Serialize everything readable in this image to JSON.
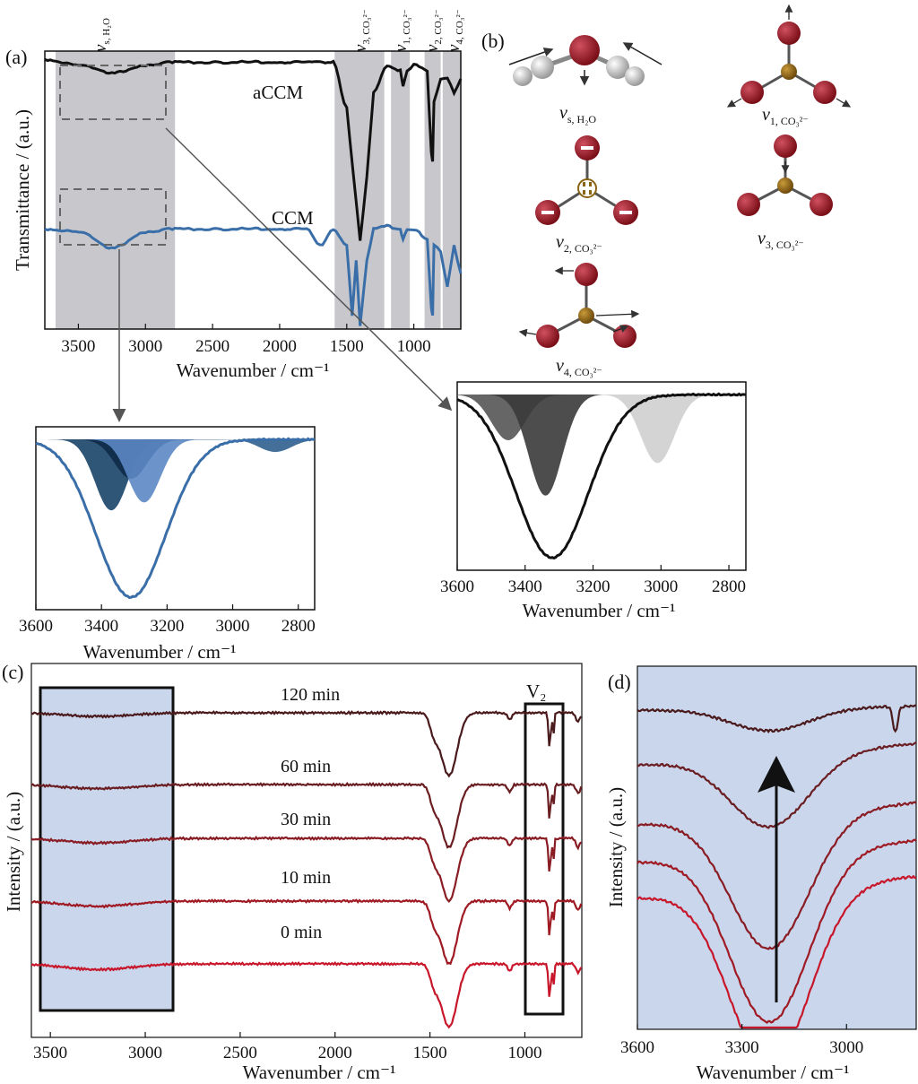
{
  "panels": {
    "a": "(a)",
    "b": "(b)",
    "c": "(c)",
    "d": "(d)"
  },
  "shade_labels": {
    "vs": "ν",
    "vs_sub": "s, H₂O",
    "v3": "ν",
    "v3_sub": "3, CO₃²⁻",
    "v1": "ν",
    "v1_sub": "1, CO₃²⁻",
    "v2": "ν",
    "v2_sub": "2, CO₃²⁻",
    "v4": "ν",
    "v4_sub": "4, CO₃²⁻"
  },
  "vibration_labels": {
    "h2o": "ν",
    "h2o_sub": "s, H₂O",
    "v1": "ν",
    "v1_sub": "1, CO₃²⁻",
    "v2": "ν",
    "v2_sub": "2, CO₃²⁻",
    "v3": "ν",
    "v3_sub": "3, CO₃²⁻",
    "v4": "ν",
    "v4_sub": "4, CO₃²⁻"
  },
  "colors": {
    "accm": "#111111",
    "ccm": "#3a6ea8",
    "shade": "#c8c8cc",
    "panel_bg": "#c9d6ec",
    "oxygen": "#8e1520",
    "carbon": "#8a6414",
    "hydrogen": "#cfcfcf"
  },
  "chart_data": [
    {
      "id": "a",
      "type": "line",
      "xlabel": "Wavenumber / cm⁻¹",
      "ylabel": "Transmittance / (a.u.)",
      "xlim": [
        3750,
        650
      ],
      "xticks": [
        3500,
        3000,
        2500,
        2000,
        1500,
        1000
      ],
      "shaded_bands": [
        [
          3670,
          2780
        ],
        [
          1590,
          1220
        ],
        [
          1170,
          1030
        ],
        [
          920,
          800
        ],
        [
          785,
          650
        ]
      ],
      "series": [
        {
          "name": "aCCM",
          "x": [
            3750,
            3500,
            3250,
            3000,
            2800,
            2500,
            2000,
            1800,
            1600,
            1500,
            1450,
            1400,
            1350,
            1300,
            1200,
            1100,
            1080,
            1050,
            1000,
            900,
            870,
            860,
            850,
            800,
            750,
            700,
            650
          ],
          "y": [
            0.97,
            0.95,
            0.92,
            0.95,
            0.96,
            0.96,
            0.96,
            0.96,
            0.96,
            0.8,
            0.55,
            0.32,
            0.55,
            0.85,
            0.95,
            0.93,
            0.87,
            0.93,
            0.95,
            0.93,
            0.64,
            0.6,
            0.82,
            0.9,
            0.9,
            0.85,
            0.9
          ]
        },
        {
          "name": "CCM",
          "x": [
            3750,
            3500,
            3250,
            3000,
            2800,
            2500,
            2000,
            1800,
            1700,
            1600,
            1500,
            1460,
            1430,
            1400,
            1350,
            1300,
            1200,
            1100,
            1080,
            1050,
            1000,
            900,
            870,
            860,
            850,
            800,
            750,
            700,
            650
          ],
          "y": [
            0.36,
            0.35,
            0.29,
            0.35,
            0.36,
            0.36,
            0.36,
            0.36,
            0.3,
            0.36,
            0.3,
            0.05,
            0.25,
            0.01,
            0.25,
            0.36,
            0.37,
            0.36,
            0.32,
            0.36,
            0.36,
            0.32,
            0.08,
            0.05,
            0.3,
            0.28,
            0.15,
            0.3,
            0.2
          ]
        }
      ]
    },
    {
      "id": "inset-ccm",
      "type": "area",
      "xlabel": "Wavenumber / cm⁻¹",
      "xlim": [
        3600,
        2750
      ],
      "xticks": [
        3600,
        3400,
        3200,
        3000,
        2800
      ],
      "components": [
        {
          "center": 3370,
          "depth": 0.45
        },
        {
          "center": 3310,
          "depth": 0.25
        },
        {
          "center": 3270,
          "depth": 0.4
        },
        {
          "center": 2870,
          "depth": 0.08
        }
      ],
      "envelope": {
        "min_at": 3310,
        "depth": 1.0
      }
    },
    {
      "id": "inset-accm",
      "type": "area",
      "xlabel": "Wavenumber / cm⁻¹",
      "xlim": [
        3600,
        2750
      ],
      "xticks": [
        3600,
        3400,
        3200,
        3000,
        2800
      ],
      "components": [
        {
          "center": 3450,
          "depth": 0.28
        },
        {
          "center": 3340,
          "depth": 0.62
        },
        {
          "center": 3010,
          "depth": 0.42
        }
      ],
      "envelope": {
        "min_at": 3320,
        "depth": 1.0
      }
    },
    {
      "id": "c",
      "type": "line",
      "xlabel": "Wavenumber / cm⁻¹",
      "ylabel": "Intensity / (a.u.)",
      "xlim": [
        3600,
        700
      ],
      "xticks": [
        3500,
        3000,
        2500,
        2000,
        1500,
        1000
      ],
      "boxes": [
        {
          "x": [
            3550,
            2850
          ]
        },
        {
          "x": [
            960,
            780
          ],
          "label": "V₂"
        }
      ],
      "series": [
        {
          "name": "120 min"
        },
        {
          "name": "60 min"
        },
        {
          "name": "30 min"
        },
        {
          "name": "10 min"
        },
        {
          "name": "0 min"
        }
      ]
    },
    {
      "id": "d",
      "type": "line",
      "xlabel": "Wavenumber / cm⁻¹",
      "ylabel": "Intensity / (a.u.)",
      "xlim": [
        3600,
        2800
      ],
      "xticks": [
        3600,
        3300,
        3000
      ],
      "series_count": 5
    }
  ]
}
